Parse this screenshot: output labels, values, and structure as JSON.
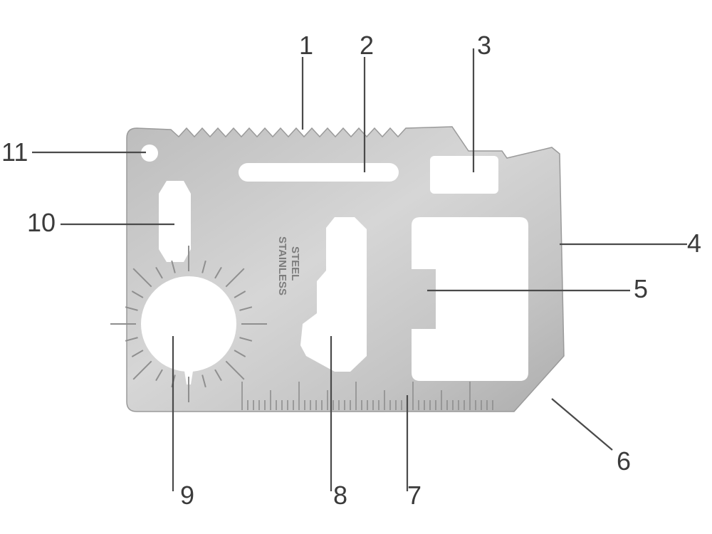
{
  "title": "Multi-tool survival card diagram",
  "stamp": [
    "STAINLESS",
    "STEEL"
  ],
  "callouts": [
    "1",
    "2",
    "3",
    "4",
    "5",
    "6",
    "7",
    "8",
    "9",
    "10",
    "11"
  ],
  "colors": {
    "steel_light": "#d9d9d9",
    "steel_dark": "#a9a9a9",
    "label": "#3b3b3b"
  }
}
